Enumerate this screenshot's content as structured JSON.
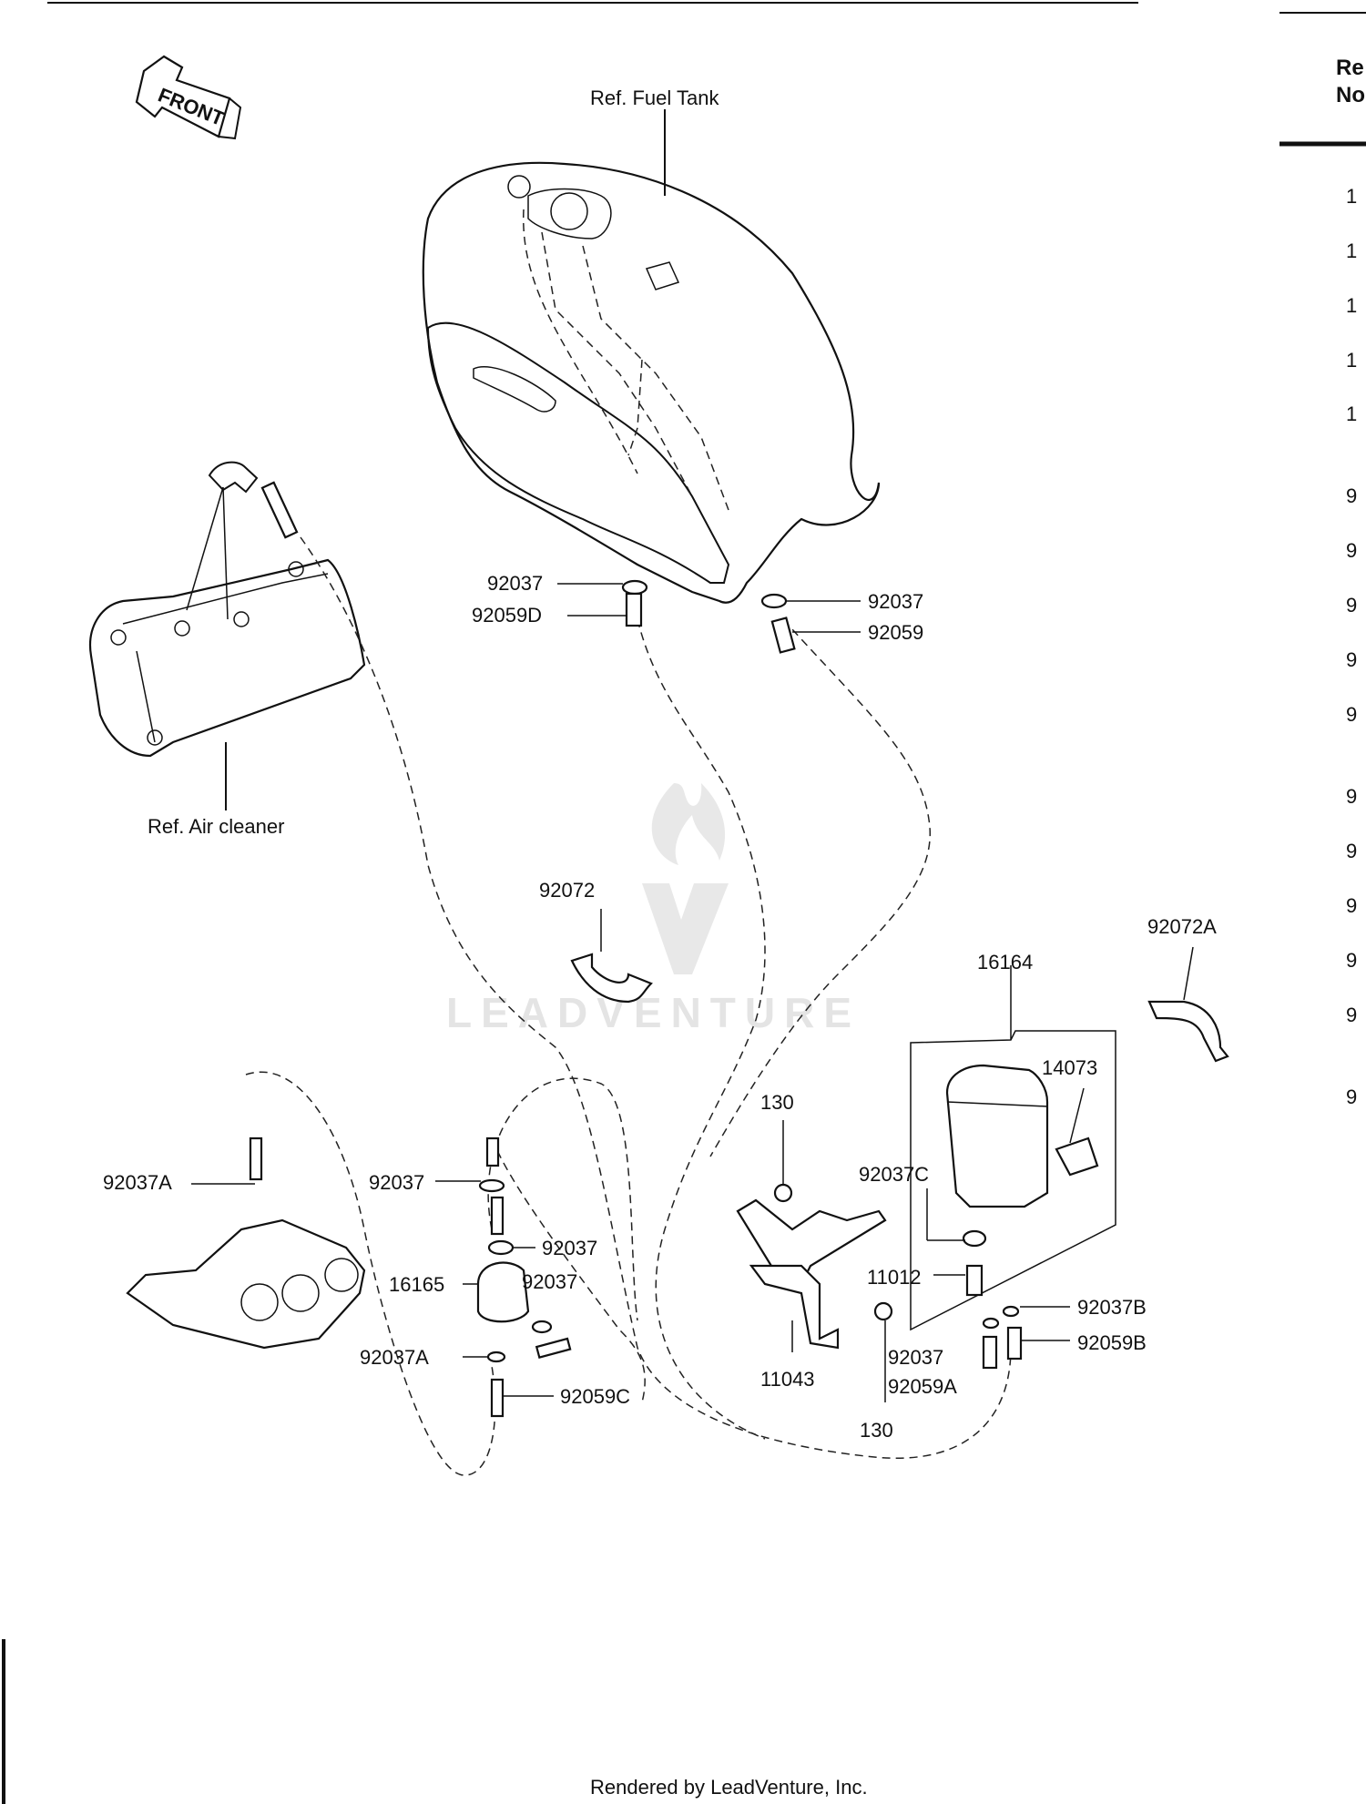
{
  "front_arrow": "FRONT",
  "refs": {
    "fuel_tank": "Ref. Fuel Tank",
    "air_cleaner": "Ref. Air cleaner"
  },
  "callouts": [
    {
      "id": "c1",
      "text": "92037"
    },
    {
      "id": "c2",
      "text": "92059D"
    },
    {
      "id": "c3",
      "text": "92037"
    },
    {
      "id": "c4",
      "text": "92059"
    },
    {
      "id": "c5",
      "text": "92072"
    },
    {
      "id": "c6",
      "text": "92072A"
    },
    {
      "id": "c7",
      "text": "16164"
    },
    {
      "id": "c8",
      "text": "14073"
    },
    {
      "id": "c9",
      "text": "130"
    },
    {
      "id": "c10",
      "text": "92037C"
    },
    {
      "id": "c11",
      "text": "11012"
    },
    {
      "id": "c12",
      "text": "92037B"
    },
    {
      "id": "c13",
      "text": "92037"
    },
    {
      "id": "c14",
      "text": "92059A"
    },
    {
      "id": "c15",
      "text": "92059B"
    },
    {
      "id": "c16",
      "text": "11043"
    },
    {
      "id": "c17",
      "text": "130"
    },
    {
      "id": "c18",
      "text": "92037A"
    },
    {
      "id": "c19",
      "text": "92037"
    },
    {
      "id": "c20",
      "text": "92037"
    },
    {
      "id": "c21",
      "text": "16165"
    },
    {
      "id": "c22",
      "text": "92037"
    },
    {
      "id": "c23",
      "text": "92037A"
    },
    {
      "id": "c24",
      "text": "92059C"
    }
  ],
  "ref_table": {
    "header_line1": "Re",
    "header_line2": "No",
    "rows": [
      "1",
      "1",
      "1",
      "1",
      "1",
      "9",
      "9",
      "9",
      "9",
      "9",
      "9",
      "9",
      "9",
      "9",
      "9",
      "9"
    ]
  },
  "watermark": "LEADVENTURE",
  "footer": "Rendered by LeadVenture, Inc."
}
